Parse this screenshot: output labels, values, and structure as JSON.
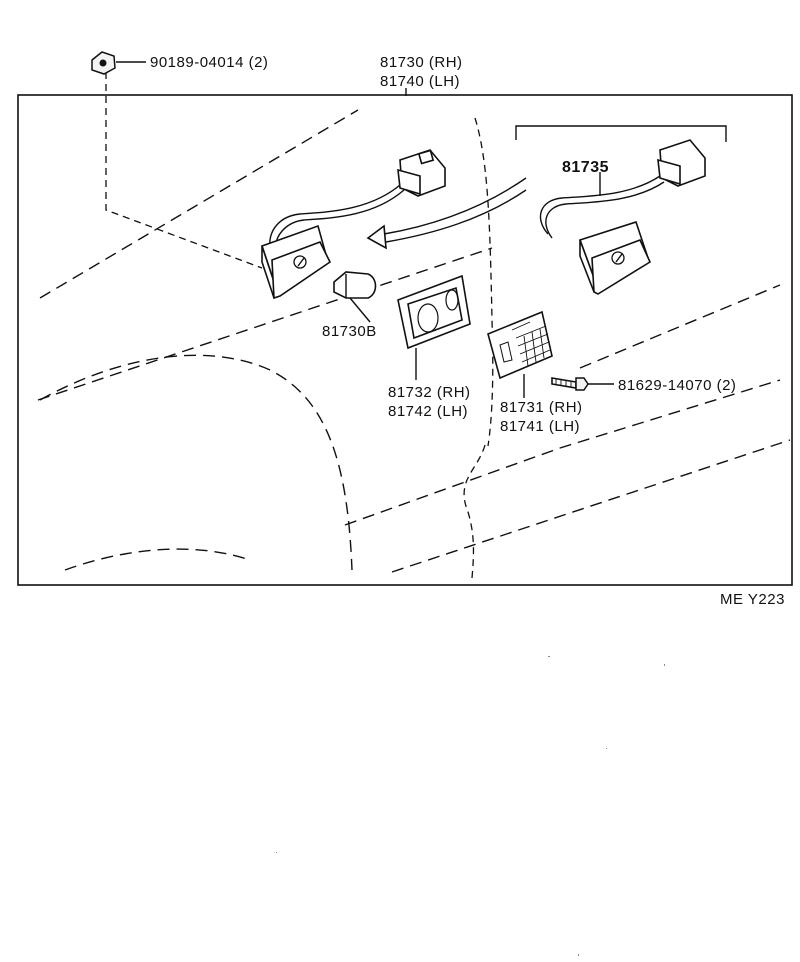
{
  "labels": {
    "clip": "90189-04014 (2)",
    "lamp_rh": "81730 (RH)",
    "lamp_lh": "81740 (LH)",
    "socket": "81735",
    "bulb": "81730B",
    "housing_rh": "81732 (RH)",
    "housing_lh": "81742 (LH)",
    "lens_rh": "81731 (RH)",
    "lens_lh": "81741 (LH)",
    "screw": "81629-14070 (2)",
    "code": "ME  Y223"
  }
}
